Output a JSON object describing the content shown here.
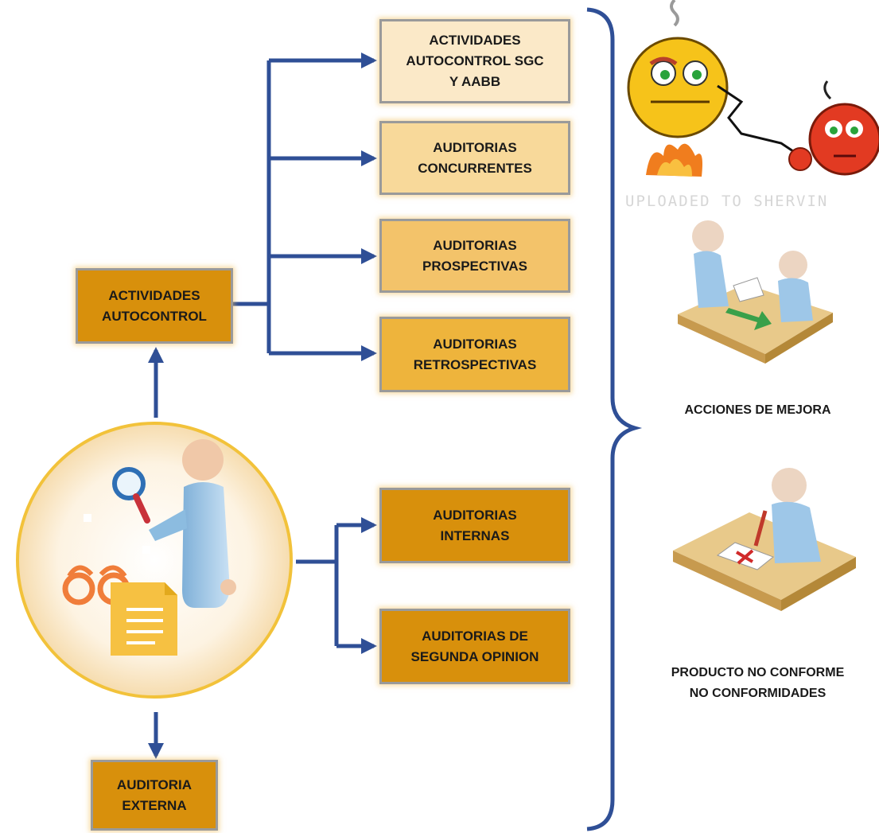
{
  "boxes": {
    "actividades_autocontrol_sgc": "ACTIVIDADES\nAUTOCONTROL SGC\nY AABB",
    "auditorias_concurrentes": "AUDITORIAS\nCONCURRENTES",
    "auditorias_prospectivas": "AUDITORIAS\nPROSPECTIVAS",
    "auditorias_retrospectivas": "AUDITORIAS\nRETROSPECTIVAS",
    "actividades_autocontrol": "ACTIVIDADES\nAUTOCONTROL",
    "auditorias_internas": "AUDITORIAS\nINTERNAS",
    "auditorias_segunda_opinion": "AUDITORIAS DE\nSEGUNDA OPINION",
    "auditoria_externa": "AUDITORIA\nEXTERNA"
  },
  "captions": {
    "acciones_mejora": "ACCIONES DE MEJORA",
    "producto_no_conforme": "PRODUCTO NO CONFORME\nNO CONFORMIDADES"
  },
  "watermark": "UPLOADED TO SHERVIN",
  "colors": {
    "connector": "#2f4f96",
    "box_pale": "#fbe9c8",
    "box_light": "#f8d99a",
    "box_mid": "#f3c36a",
    "box_gold": "#eeb43c",
    "box_dark": "#d8900c",
    "circle_border": "#f2c23a"
  }
}
